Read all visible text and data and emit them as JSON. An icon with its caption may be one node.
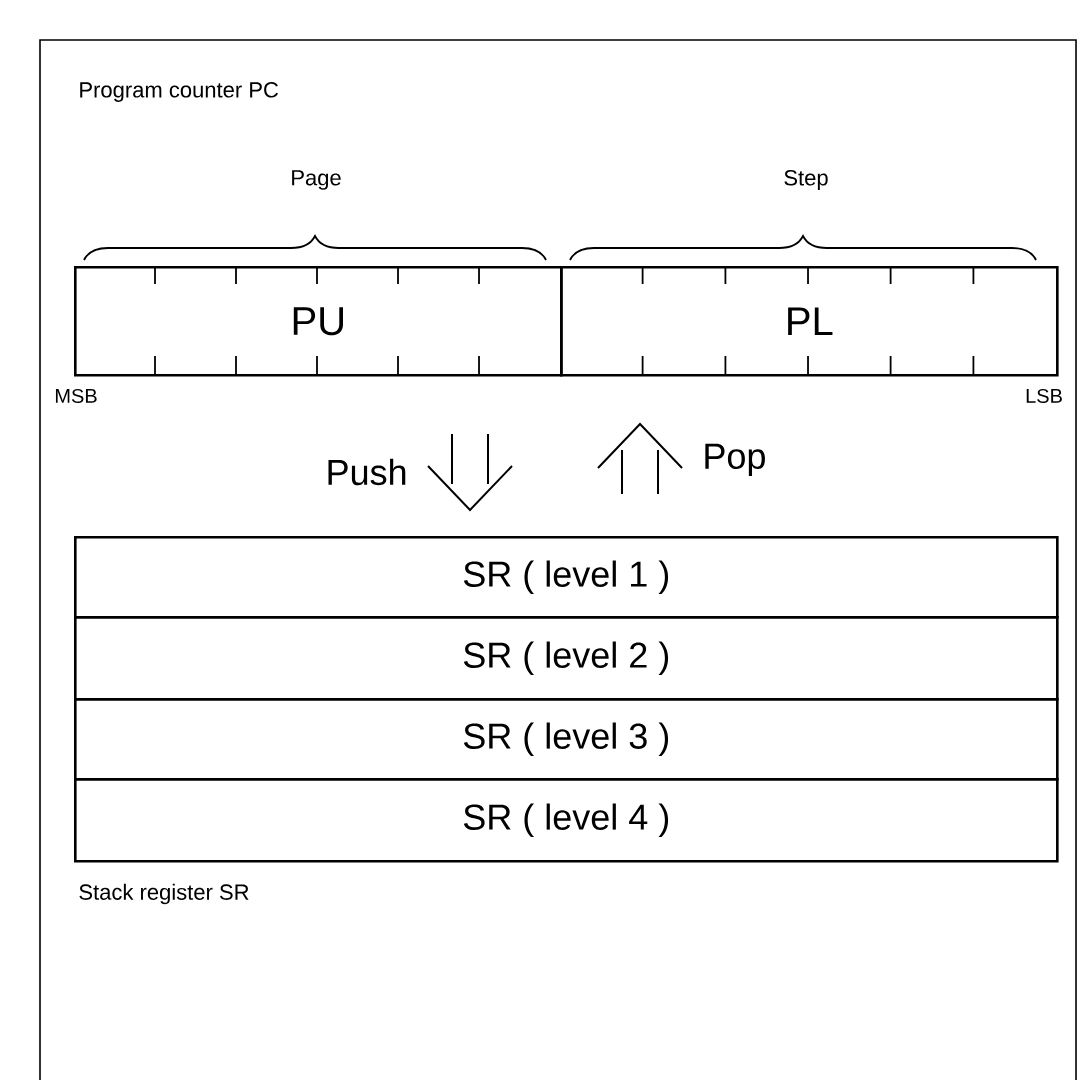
{
  "diagram": {
    "nodes": [
      {
        "text": [
          "PU"
        ]
      },
      {
        "text": [
          "PL"
        ]
      },
      {
        "text": [
          "SR ( level 1 )"
        ]
      },
      {
        "text": [
          "SR ( level 2 )"
        ]
      },
      {
        "text": [
          "SR ( level 3 )"
        ]
      },
      {
        "text": [
          "SR ( level 4 )"
        ]
      }
    ],
    "edges": [
      {
        "from": 0,
        "to": 2,
        "arrow": "to",
        "label": "Push"
      },
      {
        "from": 2,
        "to": 1,
        "arrow": "to",
        "label": "Pop"
      }
    ],
    "labels": [
      "Program counter PC",
      "Page",
      "Step",
      "MSB",
      "LSB",
      "Stack register SR"
    ]
  }
}
